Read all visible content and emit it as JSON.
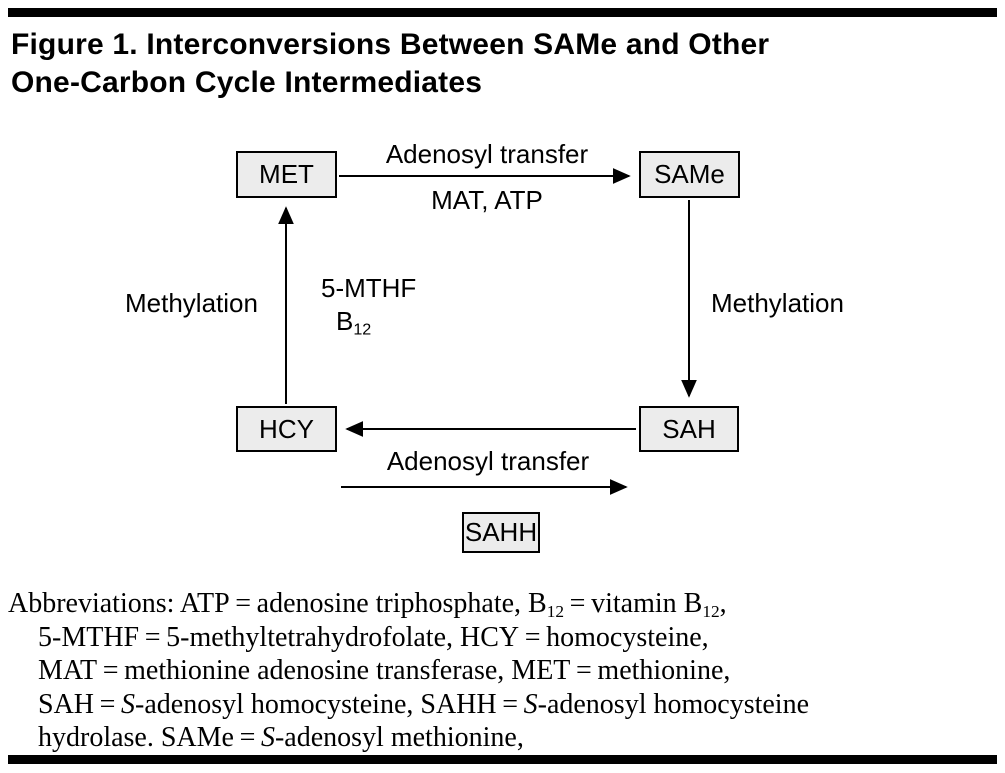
{
  "figure": {
    "title_line1": "Figure 1. Interconversions Between SAMe and Other",
    "title_line2": "One-Carbon Cycle Intermediates"
  },
  "diagram": {
    "nodes": {
      "met": "MET",
      "same": "SAMe",
      "sah": "SAH",
      "hcy": "HCY",
      "sahh": "SAHH"
    },
    "labels": {
      "adenosyl_top": "Adenosyl transfer",
      "mat_atp": "MAT, ATP",
      "methylation_right": "Methylation",
      "methylation_left": "Methylation",
      "mthf": "5-MTHF",
      "b12_base": "B",
      "b12_sub": "12",
      "adenosyl_bottom": "Adenosyl transfer"
    }
  },
  "abbreviations": {
    "line1": {
      "s1": "Abbreviations: ATP = adenosine triphosphate, B",
      "sub1": "12",
      "s2": " = vitamin B",
      "sub2": "12",
      "s3": ","
    },
    "line2": "5-MTHF = 5-methyltetrahydrofolate, HCY = homocysteine,",
    "line3": "MAT = methionine adenosine transferase, MET = methionine,",
    "line4": {
      "s1": "SAH = ",
      "i1": "S",
      "s2": "-adenosyl homocysteine, SAHH = ",
      "i2": "S",
      "s3": "-adenosyl homocysteine"
    },
    "line5": {
      "s1": "hydrolase. SAMe = ",
      "i1": "S",
      "s2": "-adenosyl methionine,"
    }
  },
  "colors": {
    "box_fill": "#ececec",
    "box_border": "#000000",
    "text": "#000000",
    "rule": "#000000"
  }
}
